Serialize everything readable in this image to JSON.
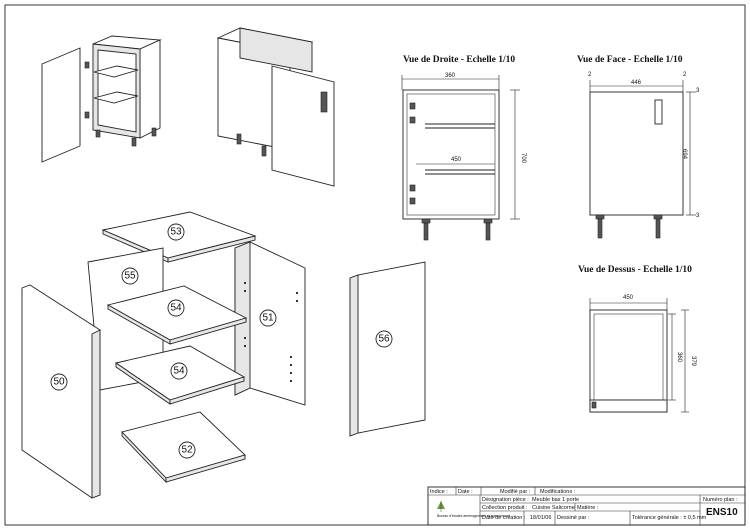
{
  "views": {
    "side": {
      "title": "Vue de Droite - Echelle 1/10",
      "dim_top": "360",
      "dim_shelf": "450",
      "dim_height": "700"
    },
    "front": {
      "title": "Vue de Face - Echelle 1/10",
      "dim_left": "2",
      "dim_width": "446",
      "dim_right": "2",
      "dim_top_right": "3",
      "dim_height": "694",
      "dim_bottom_right": "3"
    },
    "top": {
      "title": "Vue de Dessus - Echelle 1/10",
      "dim_width": "450",
      "dim_inner": "360",
      "dim_outer": "379"
    }
  },
  "parts": [
    "53",
    "55",
    "54",
    "51",
    "56",
    "50",
    "54",
    "52"
  ],
  "title_block": {
    "indice_label": "Indice :",
    "date_label": "Date :",
    "modifie_label": "Modifié par :",
    "modifications_label": "Modifications :",
    "designation_label": "Désignation pièce :",
    "designation_value": "Meuble bas 1 porte",
    "collection_label": "Collection produit :",
    "collection_value": "Cuisine Salicorne",
    "matiere_label": "Matière :",
    "creation_label": "Date de création :",
    "creation_value": "18/01/06",
    "dessine_label": "Dessiné par :",
    "tolerance_label": "Tolérance générale : ± 0,5 mm",
    "plan_label": "Numéro plan :",
    "plan_value": "ENS10",
    "logo_text": "Bureau d'études aménagement et agencement"
  }
}
